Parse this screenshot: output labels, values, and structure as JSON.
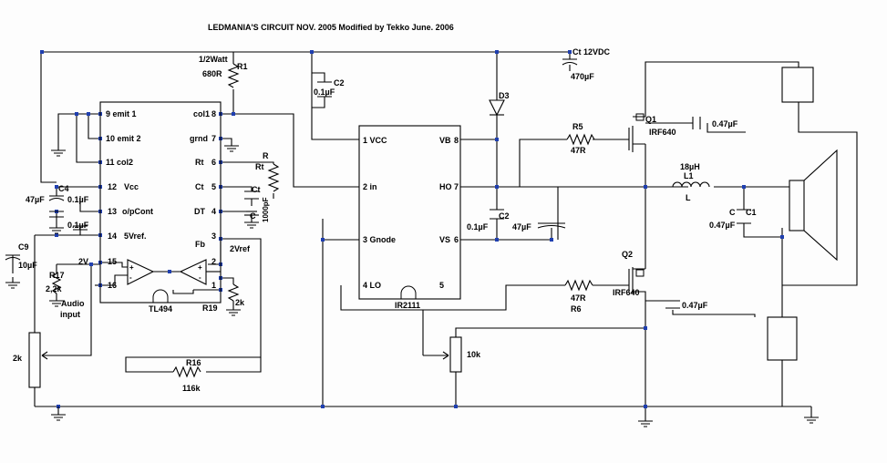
{
  "title": "LEDMANIA'S   CIRCUIT    NOV.  2005  Modified by Tekko June. 2006",
  "supply": {
    "label": "12VDC",
    "cap_name": "Ct",
    "cap_value": "470µF"
  },
  "r1": {
    "name": "R1",
    "power": "1/2Watt",
    "value": "680R"
  },
  "c2_top": {
    "name": "C2",
    "value": "0.1µF"
  },
  "tl494": {
    "name": "TL494",
    "pins": {
      "p9": "9 emit 1",
      "p10": "10 emit 2",
      "p11": "11 col2",
      "p12": "12",
      "p13": "13",
      "p14": "14",
      "p15": "15",
      "p16": "16",
      "p8": "col1",
      "p8n": "8",
      "p7": "grnd",
      "p7n": "7",
      "p6": "Rt",
      "p6n": "6",
      "p5": "Ct",
      "p5n": "5",
      "p4": "DT",
      "p4n": "4",
      "p3": "Fb",
      "p3n": "3",
      "p2n": "2",
      "p1n": "1",
      "vcc": "Vcc",
      "opcont": "o/pCont",
      "vref": "5Vref."
    }
  },
  "ir2111": {
    "name": "IR2111",
    "pins": {
      "vcc": "1 VCC",
      "in": "2 in",
      "gnode": "3 Gnode",
      "lo": "4 LO",
      "vb": "VB",
      "vbn": "8",
      "ho": "HO",
      "hon": "7",
      "vs": "VS",
      "vsn": "6",
      "p5": "5"
    }
  },
  "labels": {
    "c4": "C4",
    "c4v": "47µF",
    "c01a": "0.1µF",
    "c01b": "0.1µF",
    "c9": "C9",
    "c9v": "10µF",
    "r17": "R17",
    "r17v": "2,2k",
    "v2": "2V",
    "audio": "Audio",
    "input": "input",
    "pot2k": "2k",
    "r16": "R16",
    "r16v": "116k",
    "r19": "R19",
    "r19v": "2k",
    "vref2": "2Vref",
    "R": "R",
    "Rt": "Rt",
    "Ct": "Ct",
    "ctv": "1000pF",
    "C": "C",
    "d3": "D3",
    "c2b": "C2",
    "c2bv": "0.1µF",
    "c47": "47µF",
    "r5": "R5",
    "r5v": "47R",
    "r6": "R6",
    "r6v": "47R",
    "q1": "Q1",
    "q1t": "IRF640",
    "q2": "Q2",
    "q2t": "IRF640",
    "c047a": "0.47µF",
    "c047b": "0.47µF",
    "l1a": "18µH",
    "l1b": "L1",
    "l1c": "L",
    "cC": "C",
    "c1": "C1",
    "c1v": "0.47µF",
    "pot10k": "10k"
  }
}
